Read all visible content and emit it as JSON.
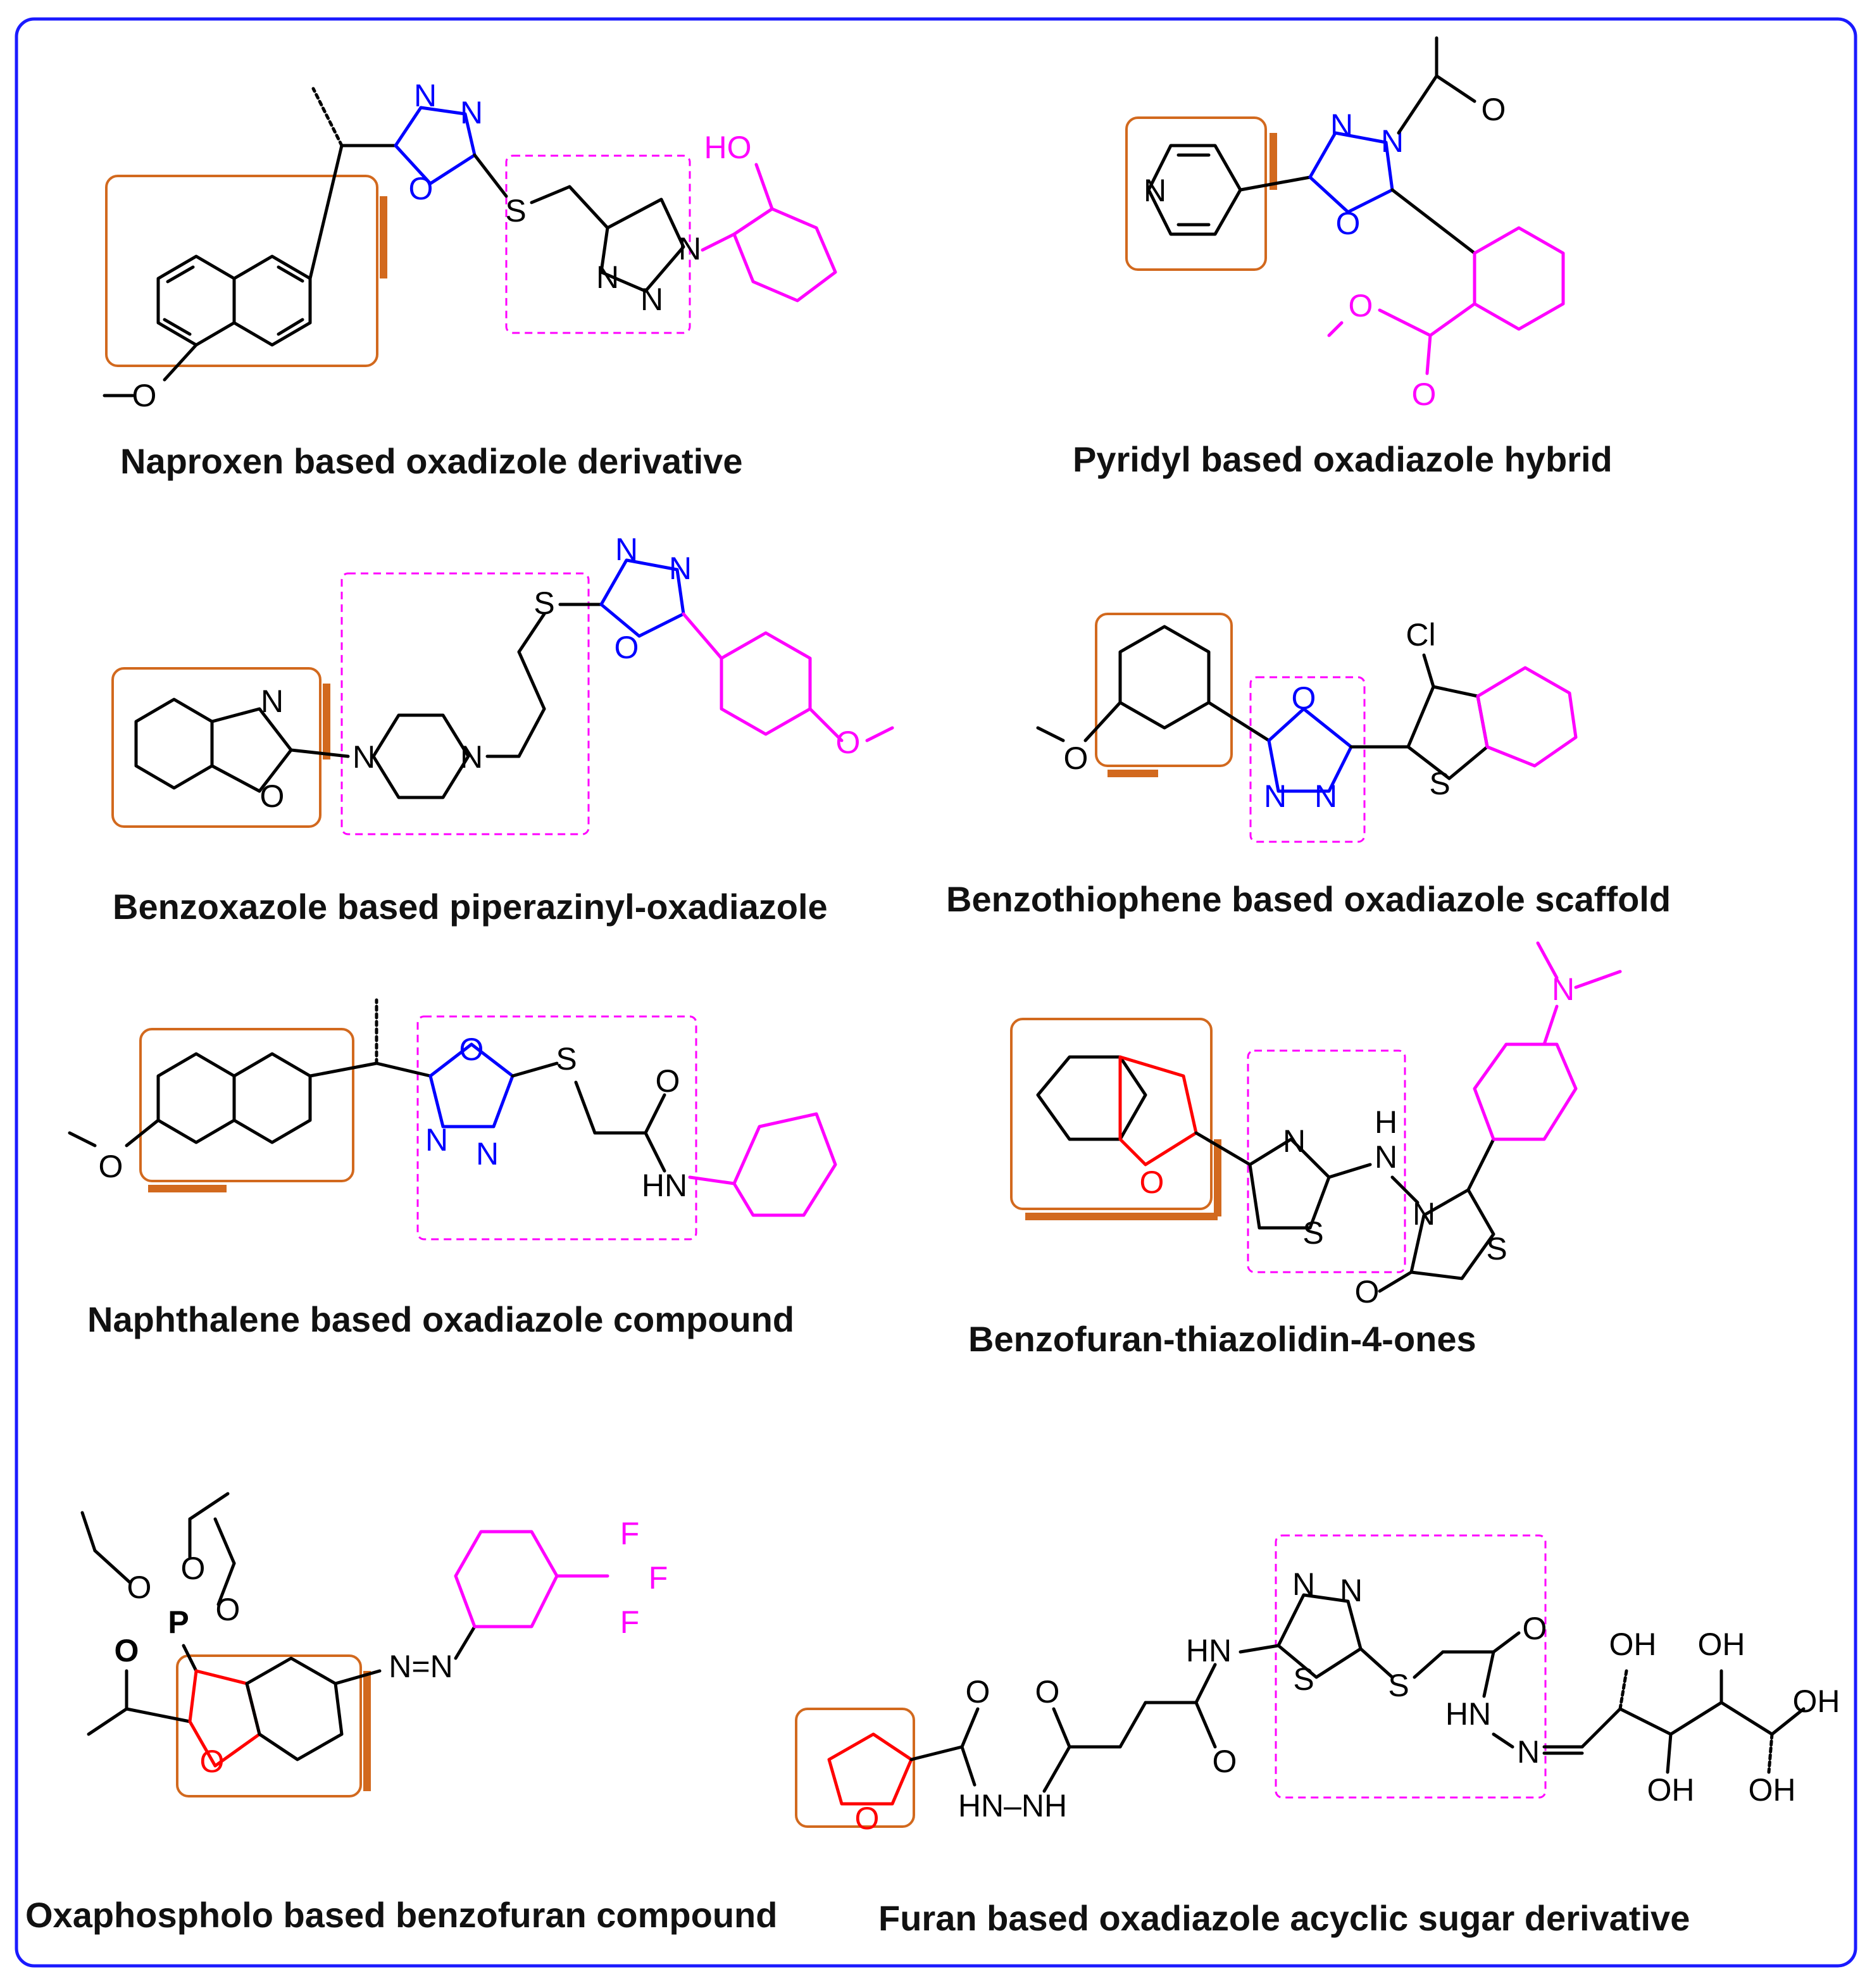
{
  "colors": {
    "frame": "#1a1aff",
    "core": "#000000",
    "heterocycle_blue": "#0000ff",
    "aryl_magenta": "#ff00ff",
    "furan_red": "#ff0000",
    "highlight_orange": "#d2691e",
    "linker_dashed": "#ff00ff"
  },
  "panels": [
    {
      "caption": "Naproxen based oxadizole derivative",
      "atoms": {
        "n1": "N",
        "n2": "N",
        "o_ring": "O",
        "s": "S",
        "n_tz1": "N",
        "n_tz2": "N",
        "n_tz3": "N",
        "ho": "HO",
        "o_me": "O"
      }
    },
    {
      "caption": "Pyridyl based oxadiazole hybrid",
      "atoms": {
        "n_py": "N",
        "n1": "N",
        "n2": "N",
        "o_ring": "O",
        "o_ac": "O",
        "o_est1": "O",
        "o_est2": "O"
      }
    },
    {
      "caption": "Benzoxazole based piperazinyl-oxadiazole",
      "atoms": {
        "n_bx": "N",
        "o_bx": "O",
        "n_pip1": "N",
        "n_pip2": "N",
        "s": "S",
        "n1": "N",
        "n2": "N",
        "o_ring": "O",
        "o_me": "O"
      }
    },
    {
      "caption": "Benzothiophene based oxadiazole scaffold",
      "atoms": {
        "o_me": "O",
        "o_ring": "O",
        "n1": "N",
        "n2": "N",
        "cl": "Cl",
        "s": "S"
      }
    },
    {
      "caption": "Naphthalene based oxadiazole compound",
      "atoms": {
        "o_me": "O",
        "o_ring": "O",
        "n1": "N",
        "n2": "N",
        "s": "S",
        "o_co": "O",
        "hn": "HN"
      }
    },
    {
      "caption": "Benzofuran-thiazolidin-4-ones",
      "atoms": {
        "o_bf": "O",
        "n_tz": "N",
        "s_tz": "S",
        "h": "H",
        "n_h": "N",
        "n3": "N",
        "s2": "S",
        "o_co": "O",
        "n_me": "N"
      }
    },
    {
      "caption": "Oxaphospholo based benzofuran compound",
      "atoms": {
        "o1": "O",
        "o2": "O",
        "o3": "O",
        "p": "P",
        "o4": "O",
        "o_bf": "O",
        "azo": "N=N",
        "f1": "F",
        "f2": "F",
        "f3": "F"
      }
    },
    {
      "caption": "Furan based oxadiazole acyclic sugar derivative",
      "atoms": {
        "o_fur": "O",
        "o1": "O",
        "hn_nh": "HN–NH",
        "o2": "O",
        "o3": "O",
        "hn": "HN",
        "n1": "N",
        "n2": "N",
        "s_ring": "S",
        "s": "S",
        "o4": "O",
        "hn2": "HN",
        "n_im": "N",
        "oh1": "OH",
        "oh2": "OH",
        "oh3": "OH",
        "oh4": "OH",
        "oh5": "OH"
      }
    }
  ]
}
